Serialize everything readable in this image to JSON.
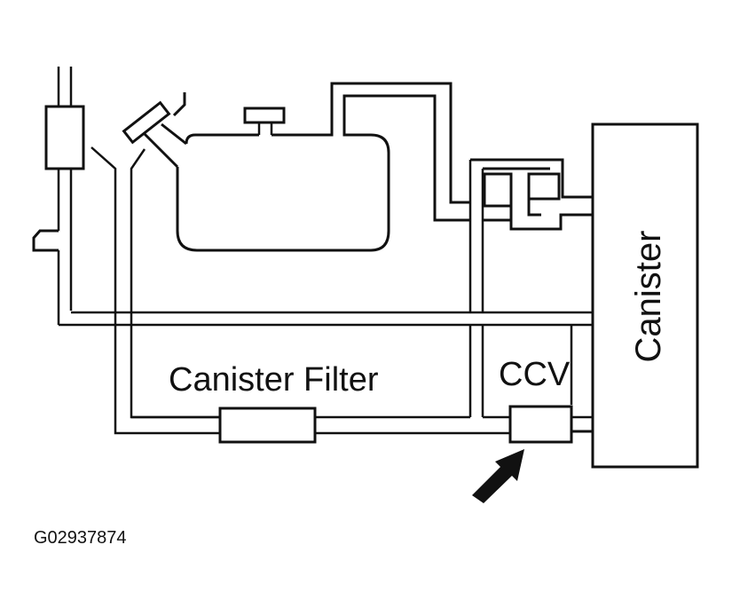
{
  "labels": {
    "canister_filter": "Canister Filter",
    "ccv": "CCV",
    "canister": "Canister",
    "figure_id": "G02937874"
  }
}
